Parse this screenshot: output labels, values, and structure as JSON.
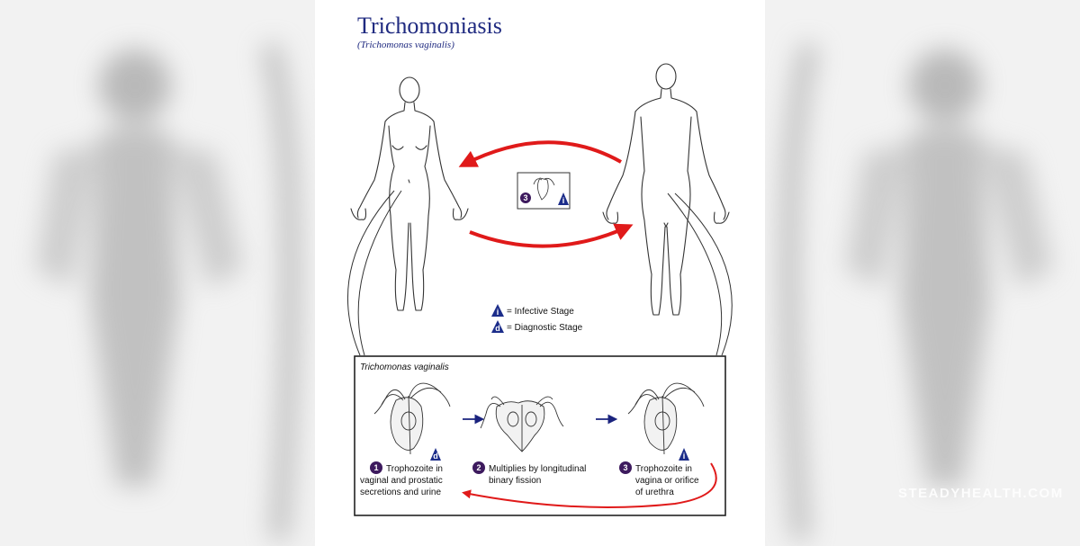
{
  "title": "Trichomoniasis",
  "subtitle": "(Trichomonas vaginalis)",
  "legend": {
    "infective": {
      "symbol": "i",
      "label": "= Infective Stage"
    },
    "diagnostic": {
      "symbol": "d",
      "label": "= Diagnostic Stage"
    }
  },
  "inset": {
    "label": "Trichomonas vaginalis"
  },
  "center_box": {
    "stage_number": "3",
    "stage_symbol": "i"
  },
  "stages": [
    {
      "number": "1",
      "symbol": "d",
      "line1": "Trophozoite in",
      "line2": "vaginal and prostatic",
      "line3": "secretions and urine"
    },
    {
      "number": "2",
      "symbol": "",
      "line1": "Multiplies by longitudinal",
      "line2": "binary fission",
      "line3": ""
    },
    {
      "number": "3",
      "symbol": "i",
      "line1": "Trophozoite in",
      "line2": "vagina or orifice",
      "line3": "of urethra"
    }
  ],
  "watermark": "STEADYHEALTH.COM",
  "colors": {
    "title": "#1f2a80",
    "cycle_arrow": "#e01a1a",
    "badge_purple": "#3d1a5e",
    "badge_blue": "#1c2d8a",
    "flow_arrow": "#1a237e"
  }
}
